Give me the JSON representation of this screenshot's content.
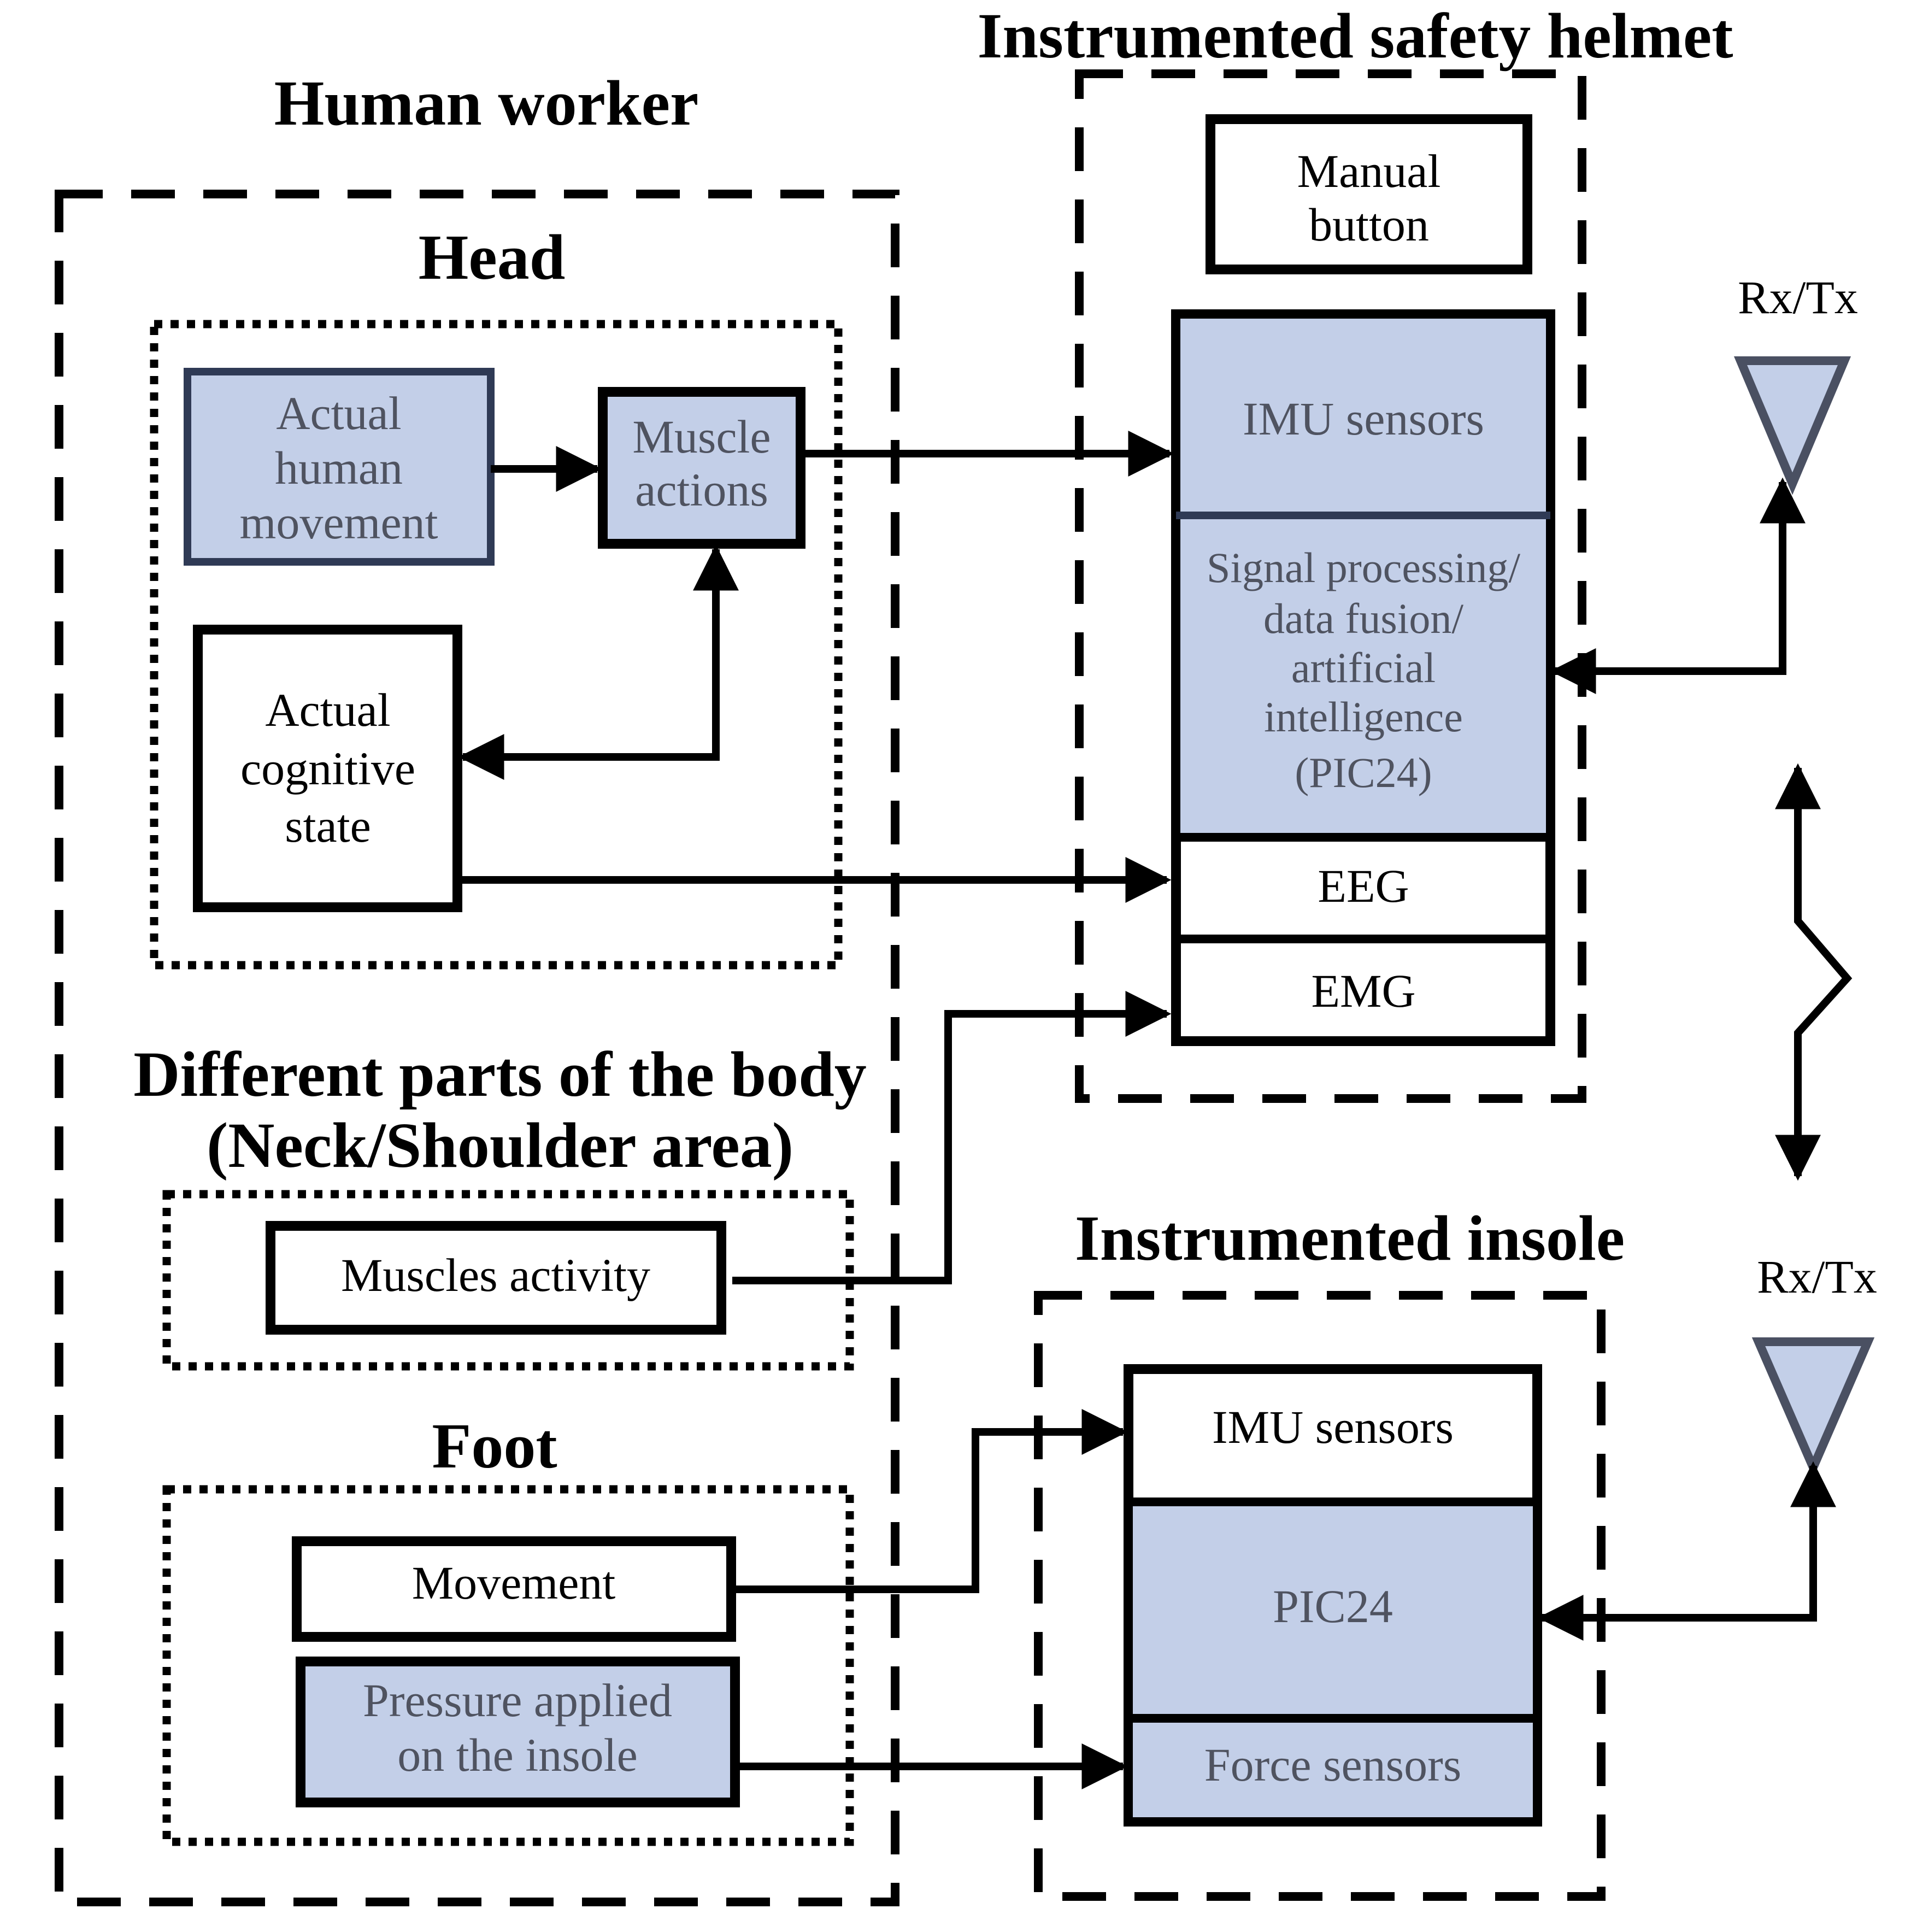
{
  "titles": {
    "human_worker": "Human  worker",
    "helmet": "Instrumented safety helmet",
    "head": "Head",
    "body_parts_1": "Different parts of the body",
    "body_parts_2": "(Neck/Shoulder area)",
    "insole": "Instrumented insole",
    "foot": "Foot"
  },
  "head": {
    "movement": [
      "Actual",
      "human",
      "movement"
    ],
    "muscle_actions": [
      "Muscle",
      "actions"
    ],
    "cognitive": [
      "Actual",
      "cognitive",
      "state"
    ]
  },
  "body": {
    "muscles": "Muscles activity"
  },
  "foot": {
    "movement": "Movement",
    "pressure": [
      "Pressure applied",
      "on the insole"
    ]
  },
  "helmet": {
    "manual": [
      "Manual",
      "button"
    ],
    "imu": "IMU sensors",
    "processing": [
      "Signal processing/",
      "data fusion/",
      "artificial",
      "intelligence",
      "(PIC24)"
    ],
    "eeg": "EEG",
    "emg": "EMG",
    "antenna": "Rx/Tx"
  },
  "insole": {
    "imu": "IMU sensors",
    "pic": "PIC24",
    "force": "Force sensors",
    "antenna": "Rx/Tx"
  },
  "colors": {
    "fill": "#c3cfe8",
    "stroke": "#000000",
    "text_gray": "#4f5360"
  }
}
